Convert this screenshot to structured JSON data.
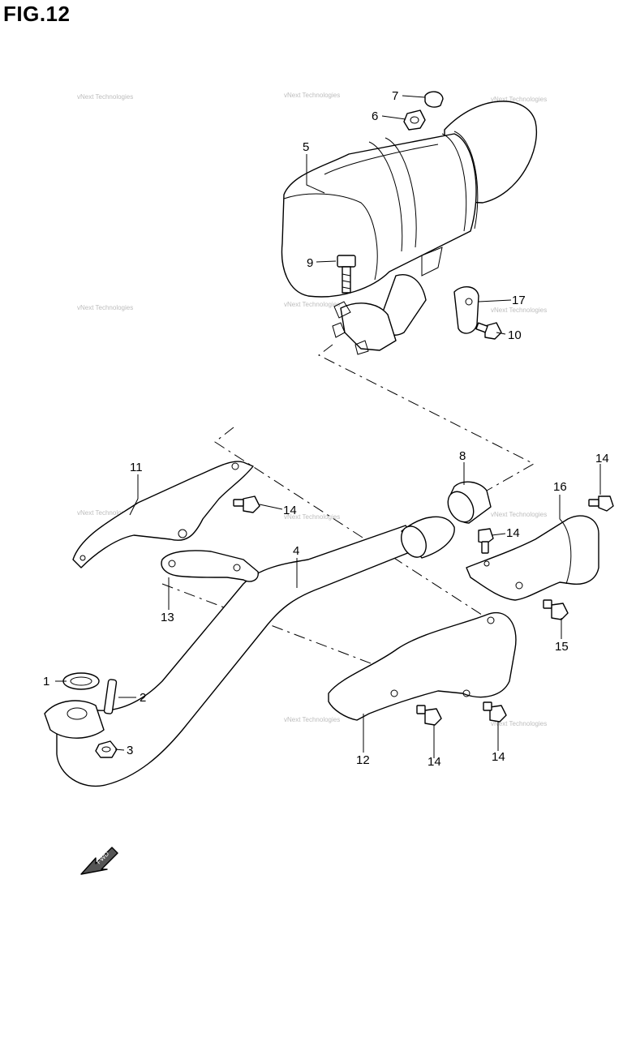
{
  "figure": {
    "title": "FIG.12"
  },
  "watermark": {
    "text": "vNext Technologies"
  },
  "fwd_arrow": {
    "label": "FWD"
  },
  "callouts": [
    {
      "id": "callout-1",
      "label": "1"
    },
    {
      "id": "callout-2",
      "label": "2"
    },
    {
      "id": "callout-3",
      "label": "3"
    },
    {
      "id": "callout-4",
      "label": "4"
    },
    {
      "id": "callout-5",
      "label": "5"
    },
    {
      "id": "callout-6",
      "label": "6"
    },
    {
      "id": "callout-7",
      "label": "7"
    },
    {
      "id": "callout-8",
      "label": "8"
    },
    {
      "id": "callout-9",
      "label": "9"
    },
    {
      "id": "callout-10",
      "label": "10"
    },
    {
      "id": "callout-11",
      "label": "11"
    },
    {
      "id": "callout-12",
      "label": "12"
    },
    {
      "id": "callout-13",
      "label": "13"
    },
    {
      "id": "callout-14a",
      "label": "14"
    },
    {
      "id": "callout-14b",
      "label": "14"
    },
    {
      "id": "callout-14c",
      "label": "14"
    },
    {
      "id": "callout-14d",
      "label": "14"
    },
    {
      "id": "callout-14e",
      "label": "14"
    },
    {
      "id": "callout-15",
      "label": "15"
    },
    {
      "id": "callout-16",
      "label": "16"
    },
    {
      "id": "callout-17",
      "label": "17"
    }
  ]
}
